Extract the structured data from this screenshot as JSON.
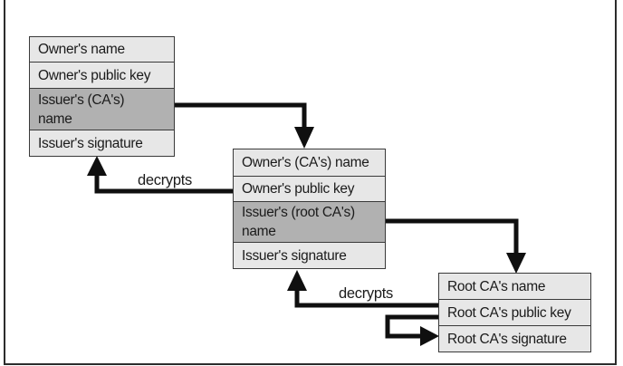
{
  "diagram": {
    "type": "certificate-chain",
    "decrypts_labels": [
      "decrypts",
      "decrypts"
    ],
    "certificates": [
      {
        "name": "owner-certificate",
        "rows": [
          {
            "label": "Owner's name",
            "shade": "light"
          },
          {
            "label": "Owner's public key",
            "shade": "light"
          },
          {
            "label": "Issuer's (CA's)\nname",
            "shade": "dark"
          },
          {
            "label": "Issuer's signature",
            "shade": "light"
          }
        ]
      },
      {
        "name": "ca-certificate",
        "rows": [
          {
            "label": "Owner's (CA's) name",
            "shade": "light"
          },
          {
            "label": "Owner's public key",
            "shade": "light"
          },
          {
            "label": "Issuer's (root CA's)\nname",
            "shade": "dark"
          },
          {
            "label": "Issuer's signature",
            "shade": "light"
          }
        ]
      },
      {
        "name": "root-ca-certificate",
        "rows": [
          {
            "label": "Root CA's name",
            "shade": "light"
          },
          {
            "label": "Root CA's public key",
            "shade": "light"
          },
          {
            "label": "Root CA's signature",
            "shade": "light"
          }
        ]
      }
    ],
    "colors": {
      "row_light": "#e7e7e7",
      "row_dark": "#b1b1b1",
      "box_border": "#3a3a3a",
      "arrow": "#0f0f0f",
      "frame": "#2c2c2c"
    }
  }
}
